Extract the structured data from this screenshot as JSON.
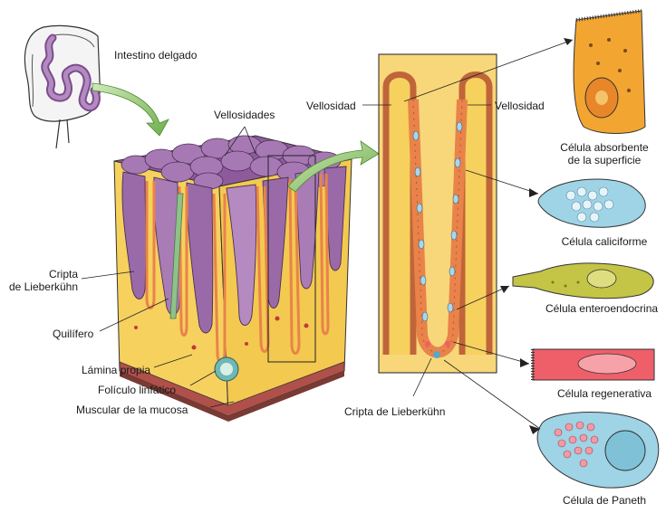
{
  "labels": {
    "intestino": "Intestino delgado",
    "vellosidades": "Vellosidades",
    "vellosidad_left": "Vellosidad",
    "vellosidad_right": "Vellosidad",
    "cripta_left_1": "Cripta",
    "cripta_left_2": "de Lieberkühn",
    "quilifero": "Quilífero",
    "lamina": "Lámina propia",
    "foliculo": "Folículo linfático",
    "muscular": "Muscular de la mucosa",
    "cripta_center": "Cripta de Lieberkühn",
    "cell_absorbente_1": "Célula absorbente",
    "cell_absorbente_2": "de la superficie",
    "cell_caliciforme": "Célula caliciforme",
    "cell_enteroendocrina": "Célula enteroendocrina",
    "cell_regenerativa": "Célula regenerativa",
    "cell_paneth": "Célula de Paneth"
  },
  "colors": {
    "tissue": "#f6d15e",
    "villus": "#9a6aa8",
    "villus_light": "#c7a6cf",
    "epithelium": "#e9834a",
    "goblet": "#a9d6ea",
    "absorbente": "#f3a531",
    "enteroendocrina": "#c4c446",
    "regenerativa": "#ef5f6a",
    "paneth": "#9fd3e6",
    "arrow_green": "#7dbf5a",
    "line": "#222222"
  }
}
